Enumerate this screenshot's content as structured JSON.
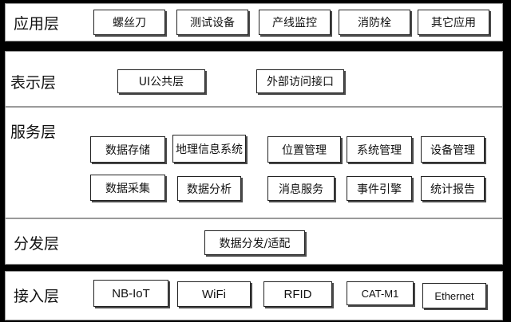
{
  "layers": {
    "app": {
      "label": "应用层",
      "items": [
        "螺丝刀",
        "测试设备",
        "产线监控",
        "消防栓",
        "其它应用"
      ]
    },
    "presentation": {
      "label": "表示层",
      "items": [
        "UI公共层",
        "外部访问接口"
      ]
    },
    "service": {
      "label": "服务层",
      "items": [
        "数据存储",
        "地理信息系统",
        "位置管理",
        "系统管理",
        "设备管理",
        "数据采集",
        "数据分析",
        "消息服务",
        "事件引擎",
        "统计报告"
      ]
    },
    "distribution": {
      "label": "分发层",
      "items": [
        "数据分发/适配"
      ]
    },
    "access": {
      "label": "接入层",
      "items": [
        "NB-IoT",
        "WiFi",
        "RFID",
        "CAT-M1",
        "Ethernet"
      ]
    }
  }
}
